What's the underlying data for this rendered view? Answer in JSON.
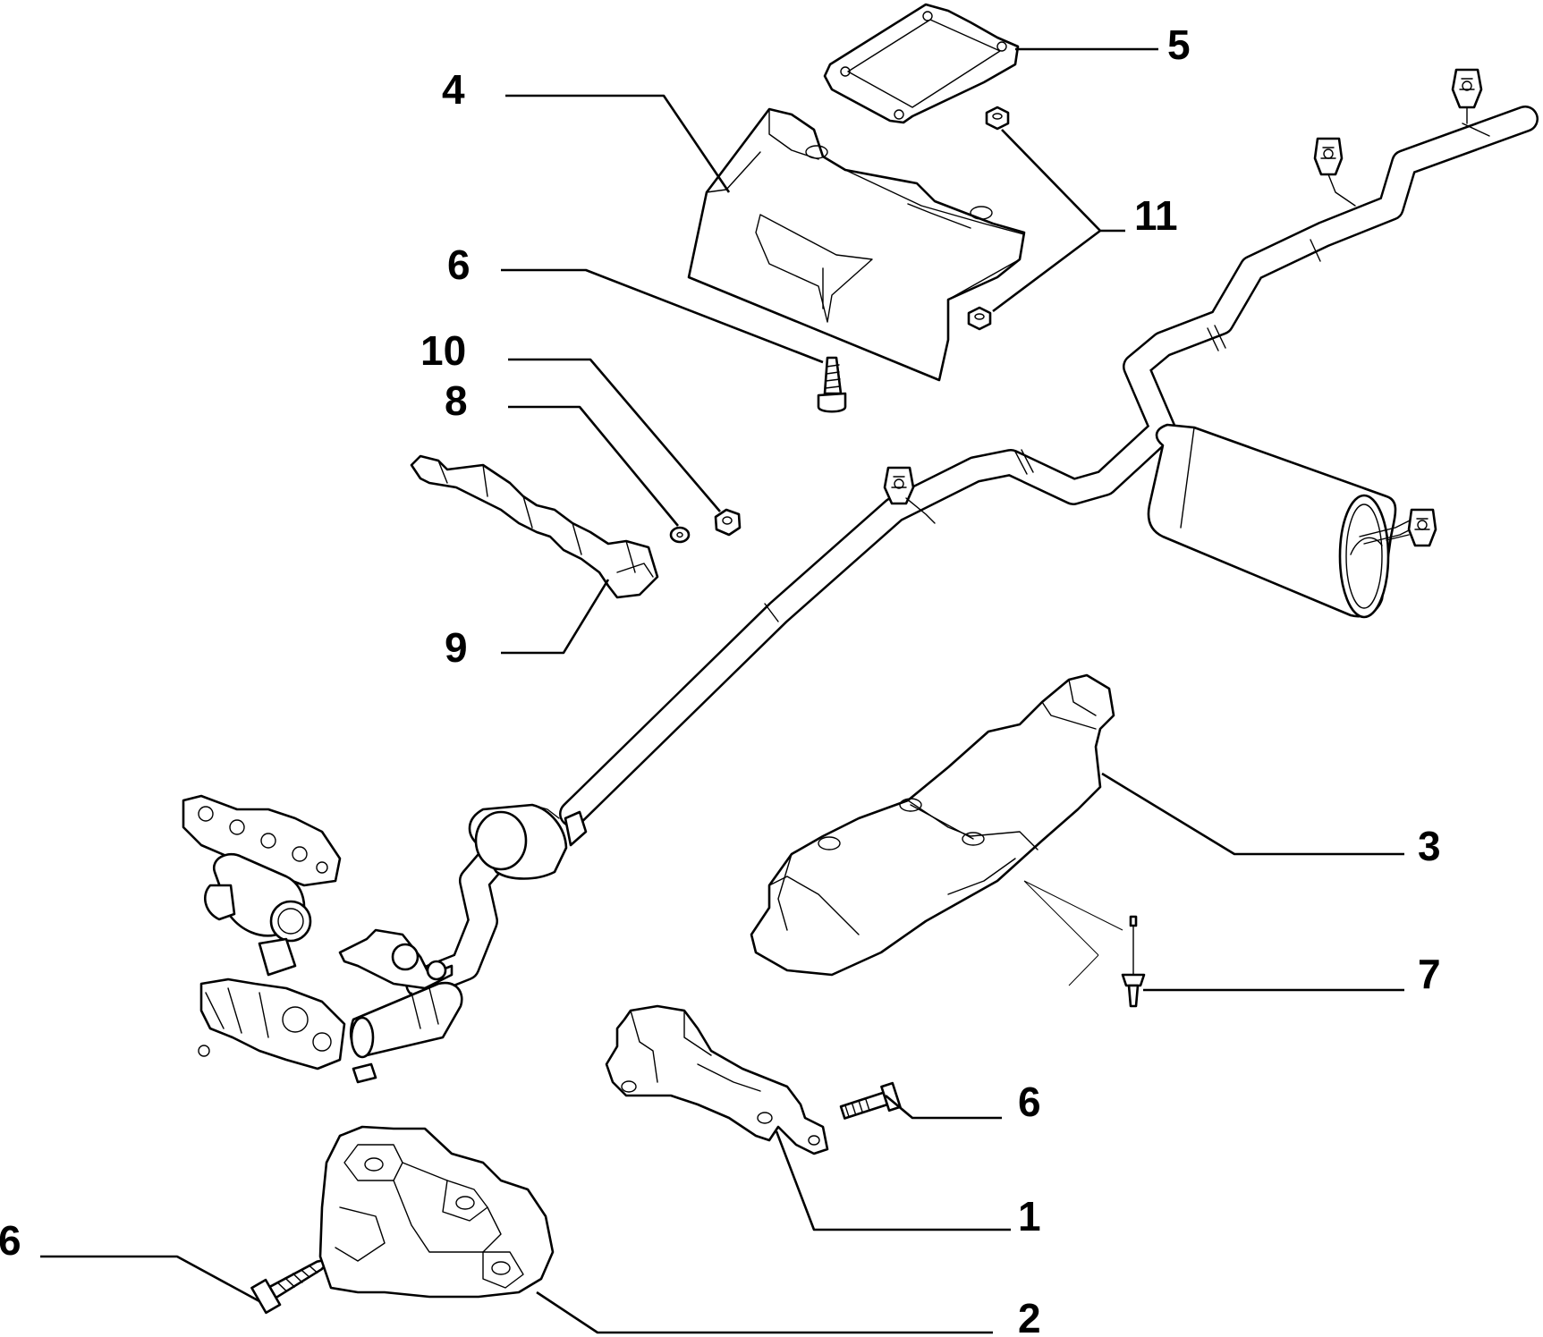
{
  "callouts": [
    {
      "id": "c1",
      "text": "1"
    },
    {
      "id": "c2",
      "text": "2"
    },
    {
      "id": "c3",
      "text": "3"
    },
    {
      "id": "c4",
      "text": "4"
    },
    {
      "id": "c5",
      "text": "5"
    },
    {
      "id": "c6a",
      "text": "6"
    },
    {
      "id": "c6b",
      "text": "6"
    },
    {
      "id": "c6c",
      "text": "6"
    },
    {
      "id": "c7",
      "text": "7"
    },
    {
      "id": "c8",
      "text": "8"
    },
    {
      "id": "c9",
      "text": "9"
    },
    {
      "id": "c10",
      "text": "10"
    },
    {
      "id": "c11",
      "text": "11"
    }
  ]
}
